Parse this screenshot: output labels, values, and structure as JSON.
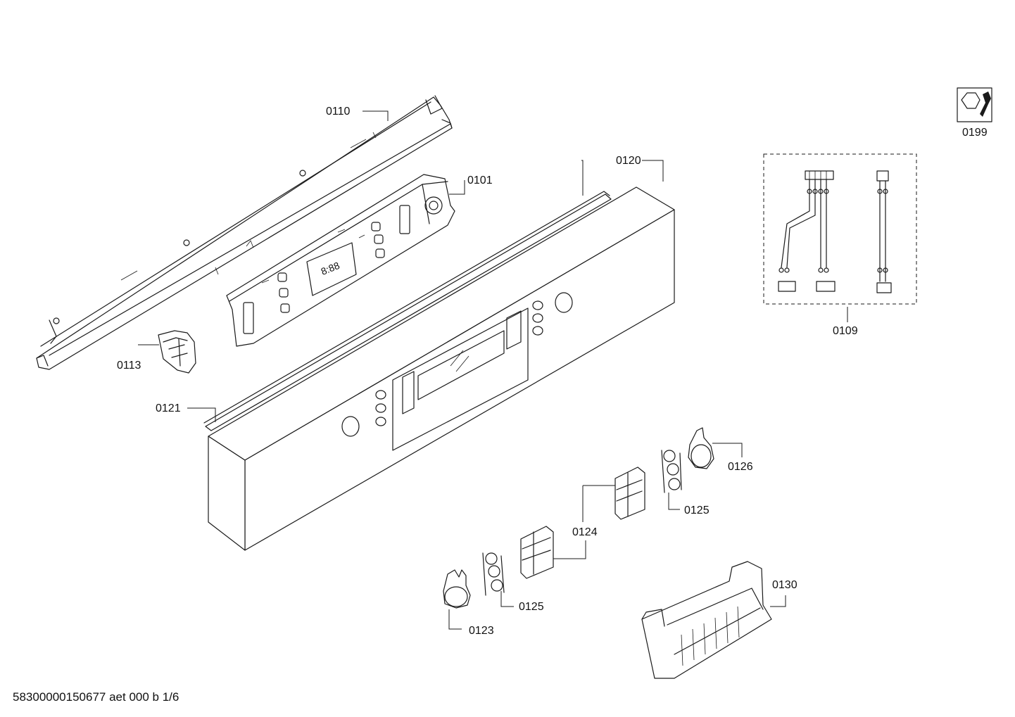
{
  "document_code": "58300000150677 aet 000 b 1/6",
  "callouts": {
    "p0110": "0110",
    "p0101": "0101",
    "p0120": "0120",
    "p0199": "0199",
    "p0109": "0109",
    "p0113": "0113",
    "p0121": "0121",
    "p0126": "0126",
    "p0125a": "0125",
    "p0124": "0124",
    "p0125b": "0125",
    "p0130": "0130",
    "p0123": "0123"
  },
  "display_digits": "8:88"
}
